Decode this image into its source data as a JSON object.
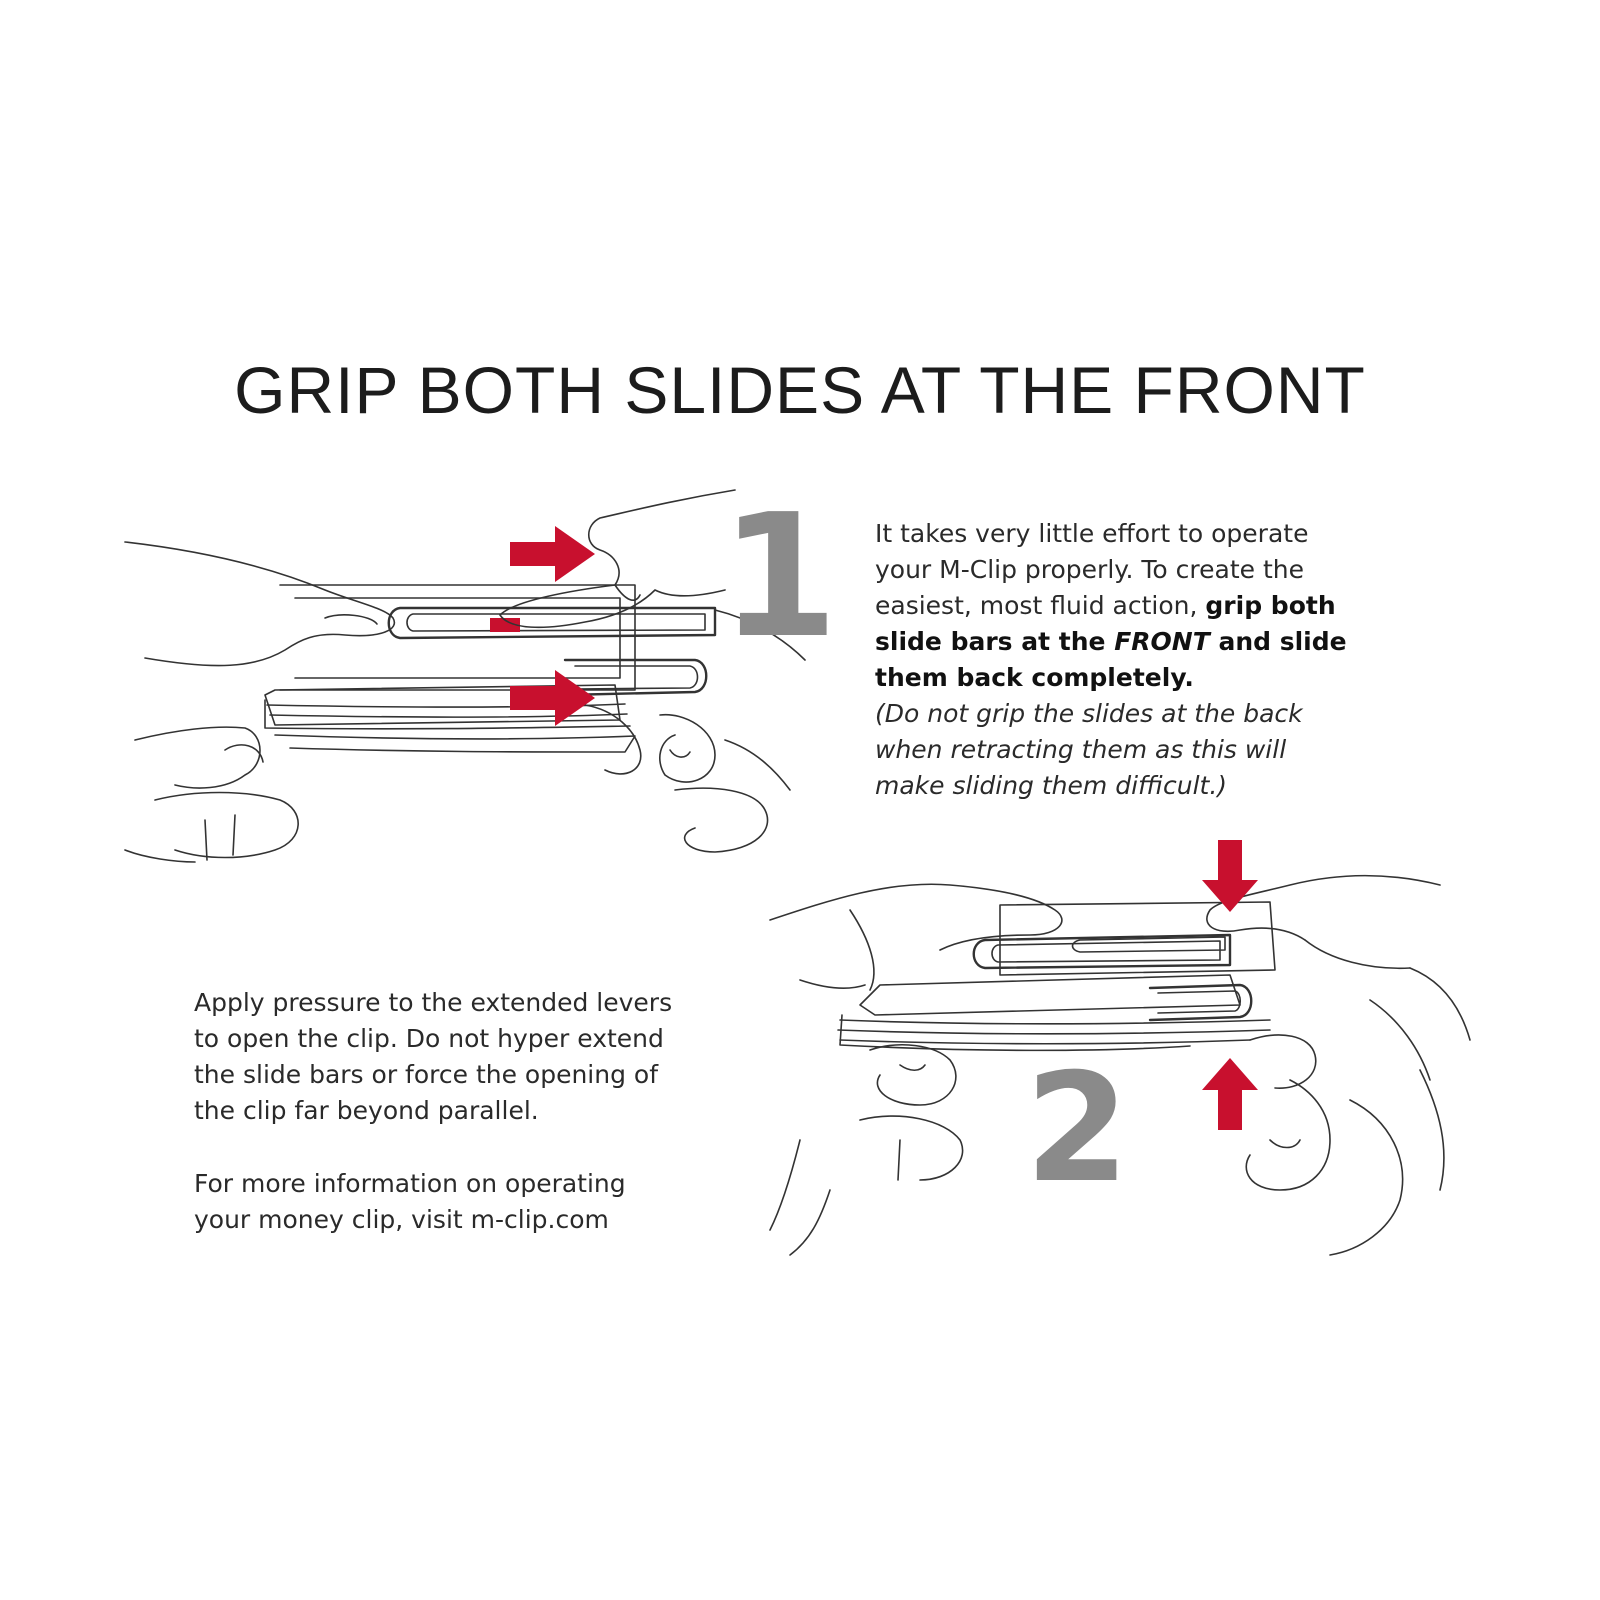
{
  "page": {
    "title": "GRIP BOTH SLIDES AT THE FRONT"
  },
  "step1": {
    "number": "1",
    "text": {
      "line1": "It takes very little effort to operate",
      "line2": "your M-Clip properly. To create the",
      "line3_plain": "easiest, most fluid action, ",
      "line3_bold": "grip both",
      "line4_bold_a": "slide bars at the ",
      "line4_bold_italic": "FRONT",
      "line4_bold_b": " and slide",
      "line5_bold": "them back completely.",
      "line6_italic": "(Do not grip the slides at the back",
      "line7_italic": "when retracting them as this will",
      "line8_italic": "make sliding them difficult.)"
    }
  },
  "step2": {
    "number": "2",
    "text": {
      "line1": "Apply pressure to the extended levers",
      "line2": "to open the clip. Do not hyper extend",
      "line3": "the slide bars or force the opening of",
      "line4": "the clip far beyond parallel."
    }
  },
  "more_info": {
    "line1": "For more information on operating",
    "line2": "your money clip, visit m-clip.com"
  },
  "colors": {
    "arrow_red": "#c8102e",
    "number_gray": "#8a8a8a",
    "ink": "#222222"
  },
  "icons": {
    "arrow": "arrow-right-icon",
    "arrow_down": "arrow-down-icon",
    "arrow_up": "arrow-up-icon"
  }
}
